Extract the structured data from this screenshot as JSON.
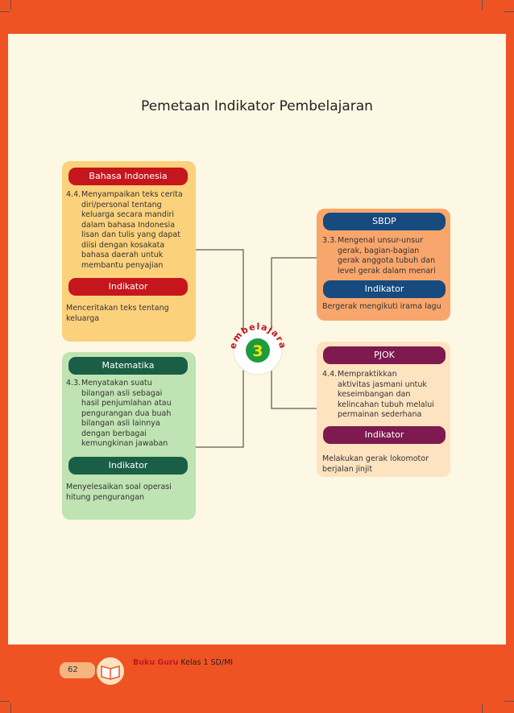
{
  "page_title": "Pemetaan Indikator Pembelajaran",
  "badge": {
    "label": "Pembelajaran",
    "number": "3"
  },
  "cards": {
    "bahasa_indonesia": {
      "subject": "Bahasa Indonesia",
      "kd_number": "4.4.",
      "kd_lines": [
        "Menyampaikan teks cerita",
        "diri/personal tentang",
        "keluarga secara mandiri",
        "dalam bahasa Indonesia",
        "lisan dan tulis  yang dapat",
        "diisi dengan kosakata",
        "bahasa daerah untuk",
        "membantu penyajian"
      ],
      "indikator_label": "Indikator",
      "indikator_lines": [
        "Menceritakan teks tentang",
        "keluarga"
      ]
    },
    "matematika": {
      "subject": "Matematika",
      "kd_number": "4.3.",
      "kd_lines": [
        "Menyatakan suatu",
        "bilangan asli sebagai",
        "hasil penjumlahan atau",
        "pengurangan dua buah",
        "bilangan asli lainnya",
        "dengan berbagai",
        "kemungkinan jawaban"
      ],
      "indikator_label": "Indikator",
      "indikator_lines": [
        "Menyelesaikan soal operasi",
        "hitung pengurangan"
      ]
    },
    "sbdp": {
      "subject": "SBDP",
      "kd_number": "3.3.",
      "kd_lines": [
        "Mengenal unsur-unsur",
        "gerak, bagian-bagian",
        "gerak anggota tubuh dan",
        "level gerak dalam menari"
      ],
      "indikator_label": "Indikator",
      "indikator_lines": [
        "Bergerak mengikuti irama lagu"
      ]
    },
    "pjok": {
      "subject": "PJOK",
      "kd_number": "4.4.",
      "kd_lines": [
        "Mempraktikkan",
        "aktivitas jasmani untuk",
        "keseimbangan dan",
        "kelincahan tubuh melalui",
        "permainan sederhana"
      ],
      "indikator_label": "Indikator",
      "indikator_lines": [
        "Melakukan gerak lokomotor",
        "berjalan jinjit"
      ]
    }
  },
  "footer": {
    "title_bold": "Buku Guru",
    "title_rest": " Kelas 1 SD/MI",
    "page_number": "62"
  },
  "colors": {
    "frame": "#f05323",
    "paper": "#fdf8e3",
    "bahasa_indonesia_bg": "#fcd17c",
    "bahasa_indonesia_pill": "#c5161d",
    "matematika_bg": "#bfe3b2",
    "matematika_pill": "#1a5f45",
    "sbdp_bg": "#f9a66c",
    "sbdp_pill": "#174a7e",
    "pjok_bg": "#fde3c0",
    "pjok_pill": "#7e1a4f",
    "badge_green": "#1e9b3e",
    "badge_text": "#c5161d"
  }
}
